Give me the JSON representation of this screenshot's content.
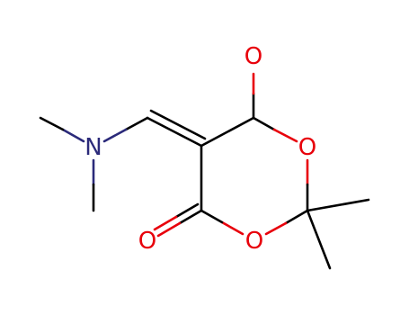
{
  "molecule": {
    "colors": {
      "bond": "#000000",
      "oxygen": "#e8000b",
      "nitrogen": "#2b2a7a",
      "background": "#ffffff"
    },
    "atoms": {
      "o_top": "O",
      "o_ring_right": "O",
      "o_ring_bottom": "O",
      "o_left": "O",
      "n": "N"
    }
  }
}
